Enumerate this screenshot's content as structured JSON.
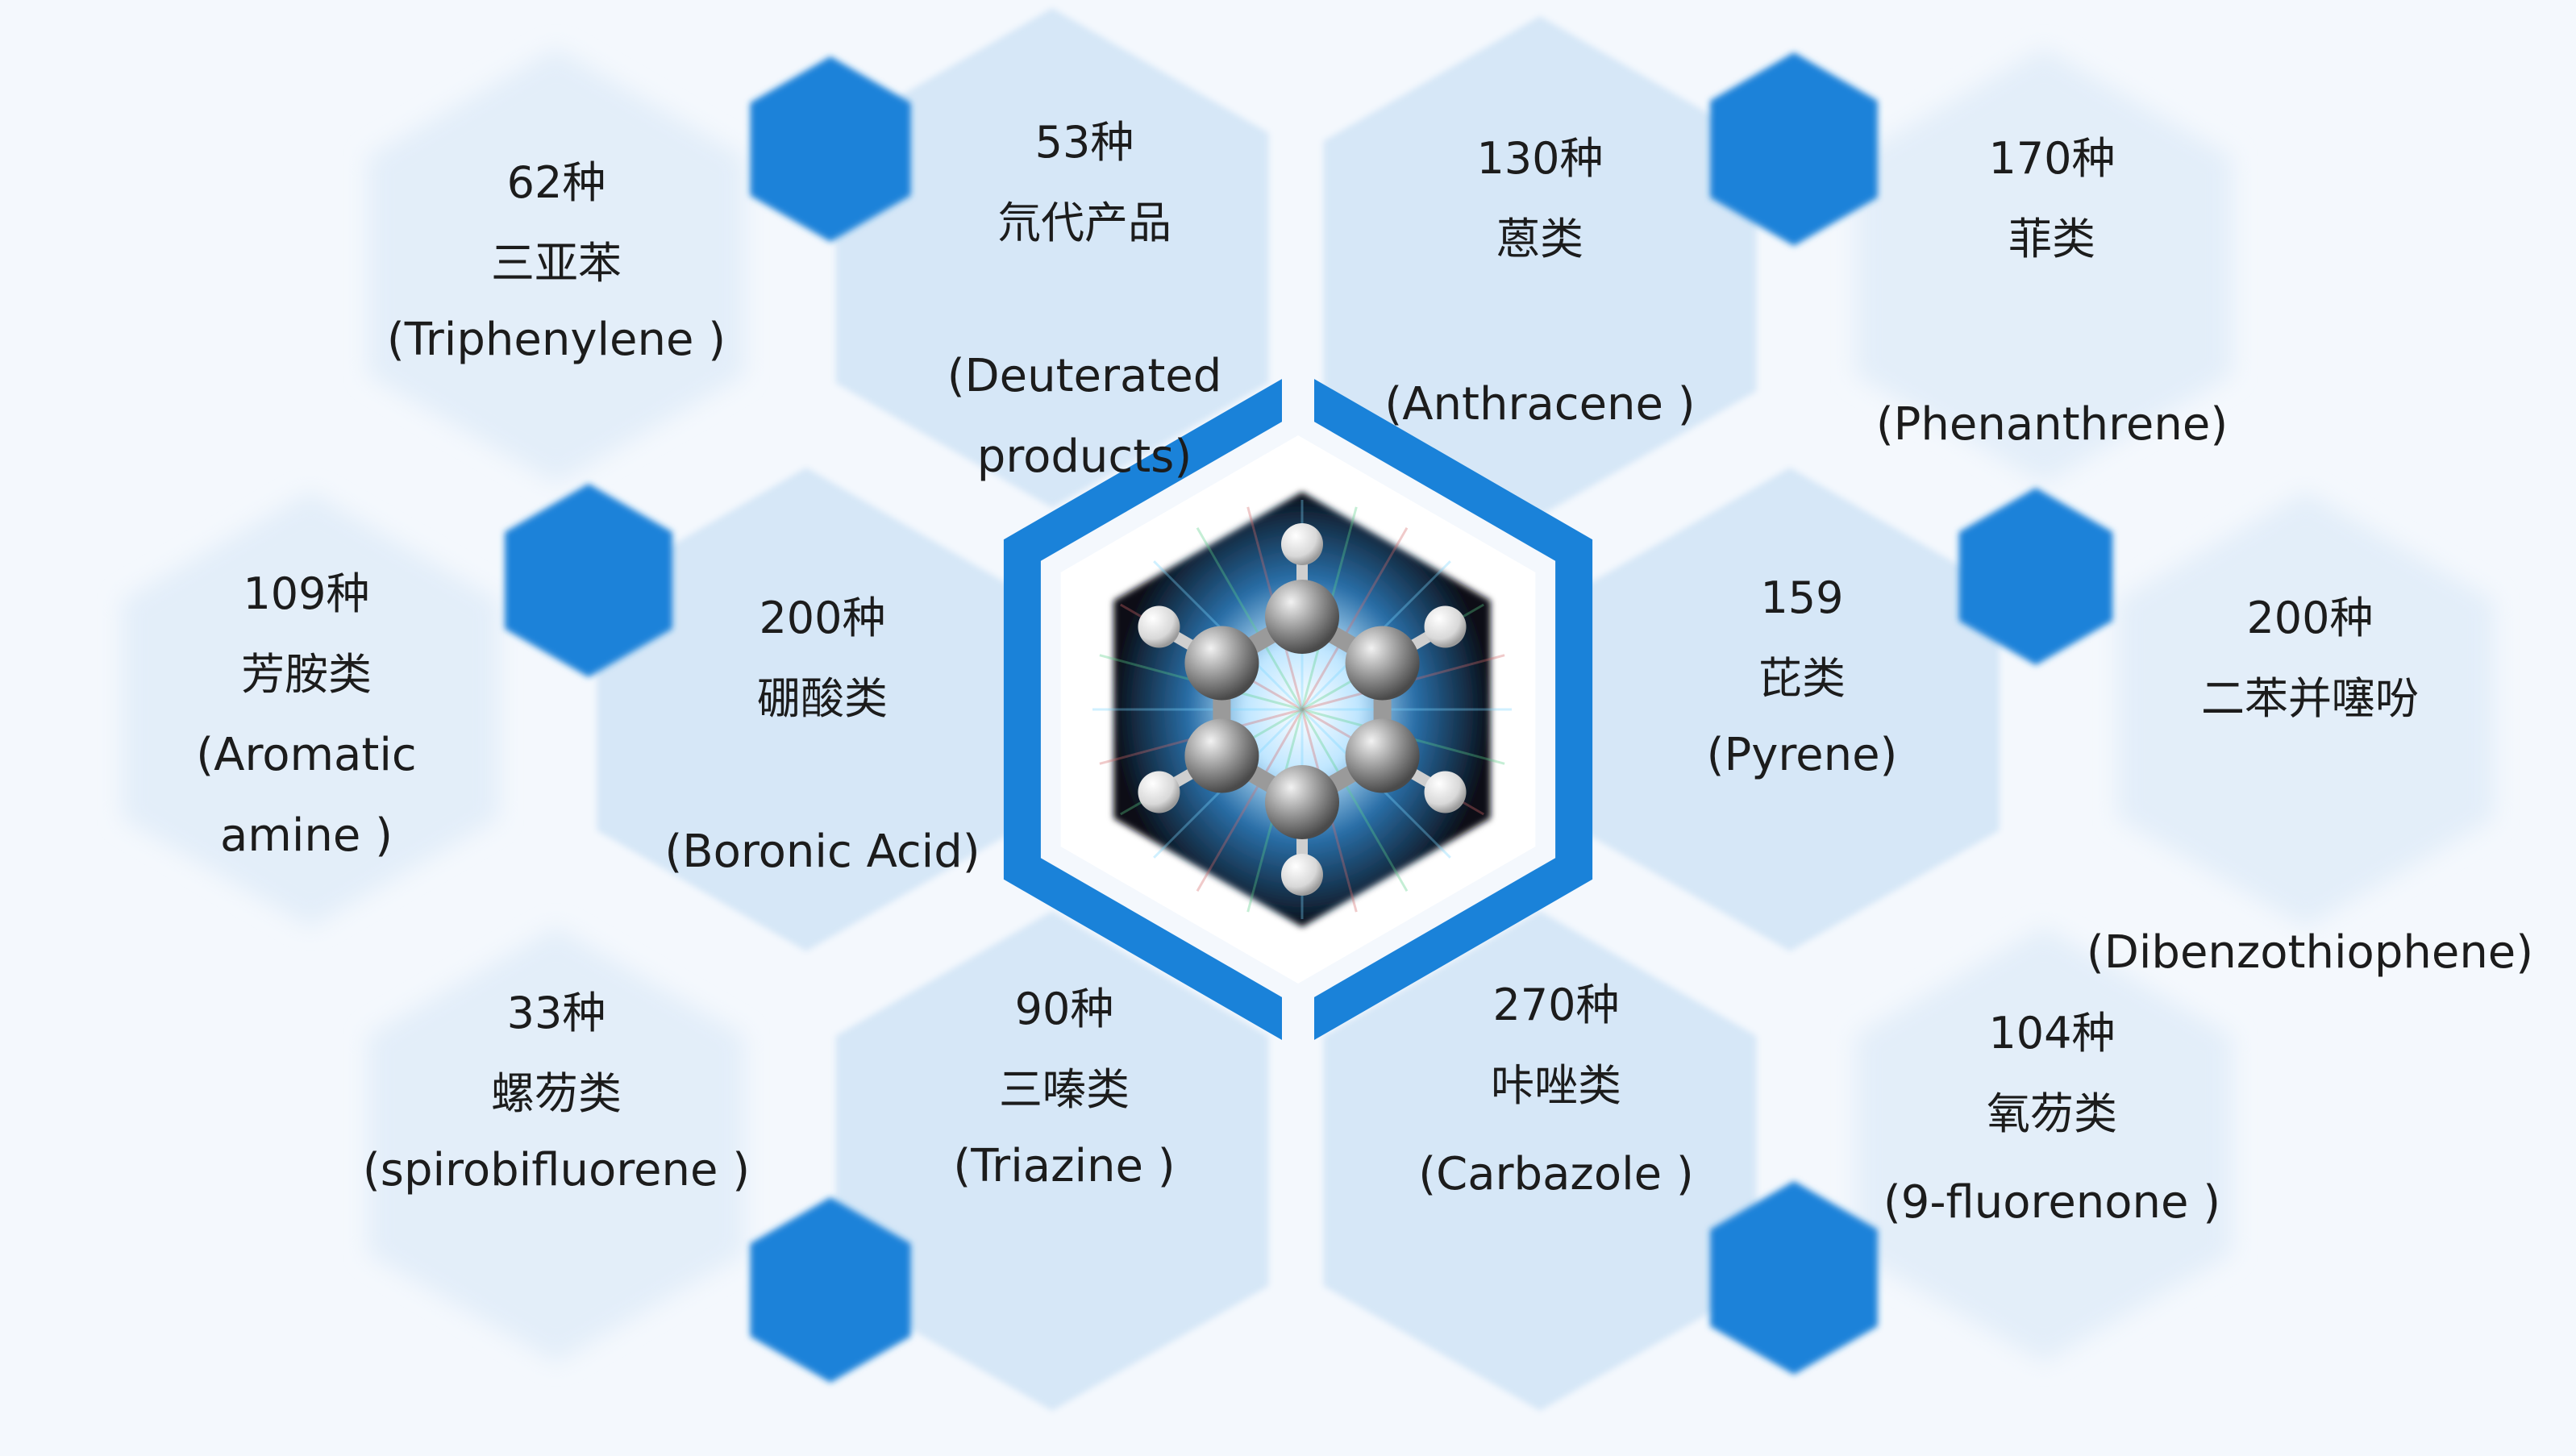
{
  "colors": {
    "background": "#f4f8fd",
    "hex_light": "#d6e7f7",
    "hex_faded": "#e3eef9",
    "accent_blue": "#1a82d9",
    "text": "#1c1c1c"
  },
  "center": {
    "icon": "benzene-molecule-icon"
  },
  "items": [
    {
      "count": "62种",
      "name_cn": "三亚苯",
      "name_en": [
        "(Triphenylene )"
      ]
    },
    {
      "count": "53种",
      "name_cn": "氘代产品",
      "name_en": [
        "(Deuterated",
        "products)"
      ]
    },
    {
      "count": "130种",
      "name_cn": "蒽类",
      "name_en": [
        "(Anthracene )"
      ]
    },
    {
      "count": "170种",
      "name_cn": "菲类",
      "name_en": [
        "(Phenanthrene)"
      ]
    },
    {
      "count": "109种",
      "name_cn": "芳胺类",
      "name_en": [
        "(Aromatic",
        "amine )"
      ]
    },
    {
      "count": "200种",
      "name_cn": "硼酸类",
      "name_en": [
        "(Boronic Acid)"
      ]
    },
    {
      "count": "159",
      "name_cn": "芘类",
      "name_en": [
        "(Pyrene)"
      ]
    },
    {
      "count": "200种",
      "name_cn": "二苯并噻吩",
      "name_en": [
        "(Dibenzothiophene)"
      ]
    },
    {
      "count": "33种",
      "name_cn": "螺芴类",
      "name_en": [
        "(spirobifluorene )"
      ]
    },
    {
      "count": "90种",
      "name_cn": "三嗪类",
      "name_en": [
        "(Triazine )"
      ]
    },
    {
      "count": "270种",
      "name_cn": "咔唑类",
      "name_en": [
        "(Carbazole )"
      ]
    },
    {
      "count": "104种",
      "name_cn": "氧芴类",
      "name_en": [
        "(9-fluorenone )"
      ]
    }
  ]
}
